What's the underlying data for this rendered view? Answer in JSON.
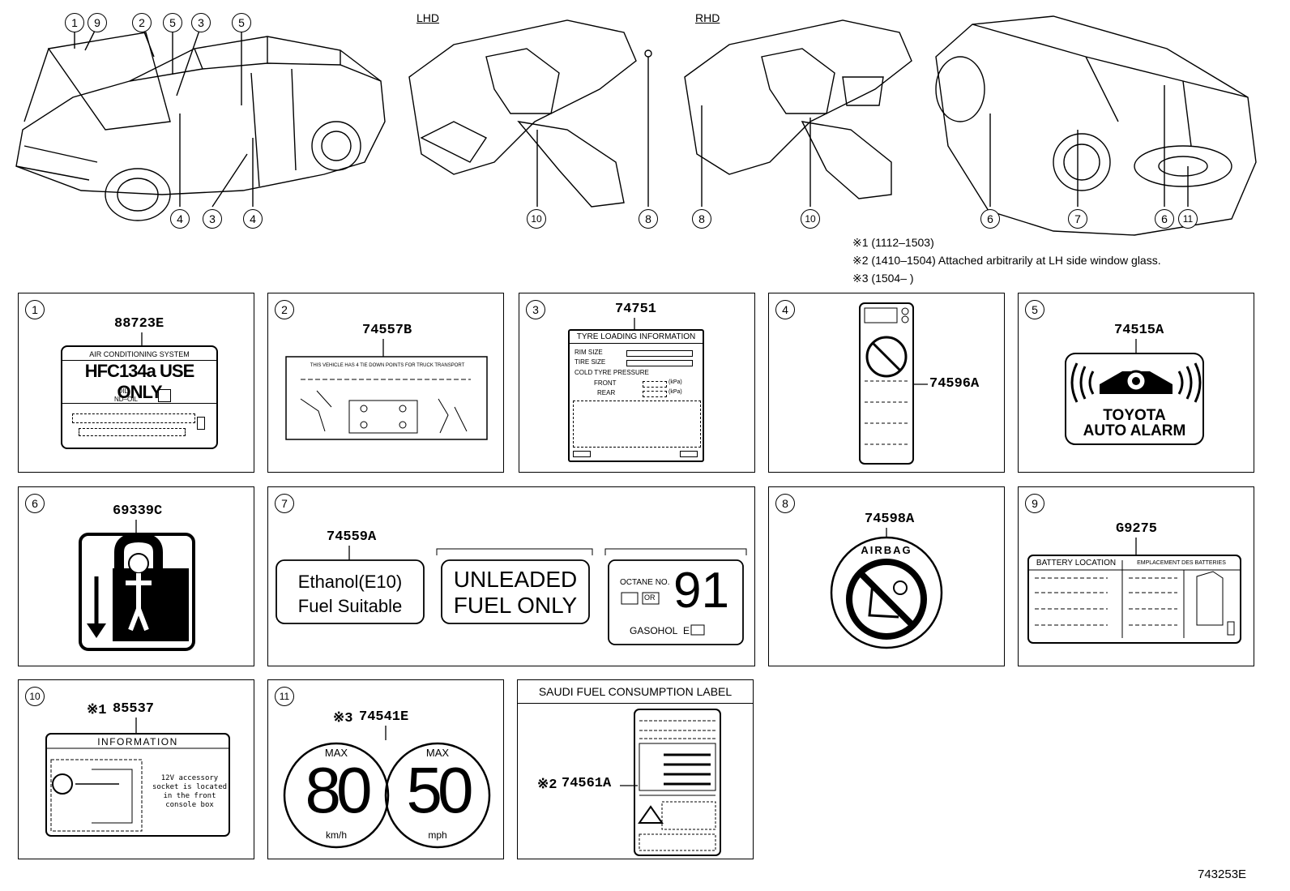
{
  "overview": {
    "lhd_label": "LHD",
    "rhd_label": "RHD",
    "callouts_left": [
      "1",
      "9",
      "2",
      "5",
      "3",
      "5",
      "4",
      "3",
      "4"
    ],
    "callouts_lhd": [
      "10",
      "8"
    ],
    "callouts_rhd": [
      "8",
      "10"
    ],
    "callouts_rear": [
      "6",
      "7",
      "6",
      "11"
    ]
  },
  "notes": [
    "※1 (1112–1503)",
    "※2 (1410–1504) Attached arbitrarily at LH side window glass.",
    "※3 (1504–       )"
  ],
  "panels": {
    "p1": {
      "index": "1",
      "part": "88723E",
      "l_title": "AIR CONDITIONING SYSTEM",
      "l_main": "HFC134a USE ONLY",
      "l_oil": "OIL",
      "l_nd": "ND–OIL"
    },
    "p2": {
      "index": "2",
      "part": "74557B",
      "l_text": "THIS VEHICLE HAS 4 TIE DOWN POINTS FOR TRUCK TRANSPORT"
    },
    "p3": {
      "index": "3",
      "part": "74751",
      "l_title": "TYRE LOADING INFORMATION",
      "l_rim": "RIM SIZE",
      "l_tire": "TIRE SIZE",
      "l_cold": "COLD TYRE PRESSURE",
      "l_front": "FRONT",
      "l_rear": "REAR",
      "l_kpa": "(kPa)"
    },
    "p4": {
      "index": "4",
      "part": "74596A"
    },
    "p5": {
      "index": "5",
      "part": "74515A",
      "l_line1": "TOYOTA",
      "l_line2": "AUTO ALARM"
    },
    "p6": {
      "index": "6",
      "part": "69339C"
    },
    "p7": {
      "index": "7",
      "part": "74559A",
      "l_eth1": "Ethanol(E10)",
      "l_eth2": "Fuel Suitable",
      "l_unl1": "UNLEADED",
      "l_unl2": "FUEL ONLY",
      "l_oct": "OCTANE NO.",
      "l_or": "OR",
      "l_91": "91",
      "l_gas": "GASOHOL",
      "l_e": "E"
    },
    "p8": {
      "index": "8",
      "part": "74598A",
      "l_airbag": "AIRBAG"
    },
    "p9": {
      "index": "9",
      "part": "G9275",
      "l_bat": "BATTERY LOCATION",
      "l_emp": "EMPLACEMENT DES BATTERIES"
    },
    "p10": {
      "index": "10",
      "note": "※1",
      "part": "85537",
      "l_info": "INFORMATION",
      "l_text": [
        "12V accessory",
        "socket is located",
        "in the front",
        "console box"
      ]
    },
    "p11": {
      "index": "11",
      "note": "※3",
      "part": "74541E",
      "l_max": "MAX",
      "l_80": "80",
      "l_kmh": "km/h",
      "l_50": "50",
      "l_mph": "mph"
    },
    "p12": {
      "title": "SAUDI FUEL CONSUMPTION LABEL",
      "note": "※2",
      "part": "74561A"
    }
  },
  "figure_id": "743253E"
}
